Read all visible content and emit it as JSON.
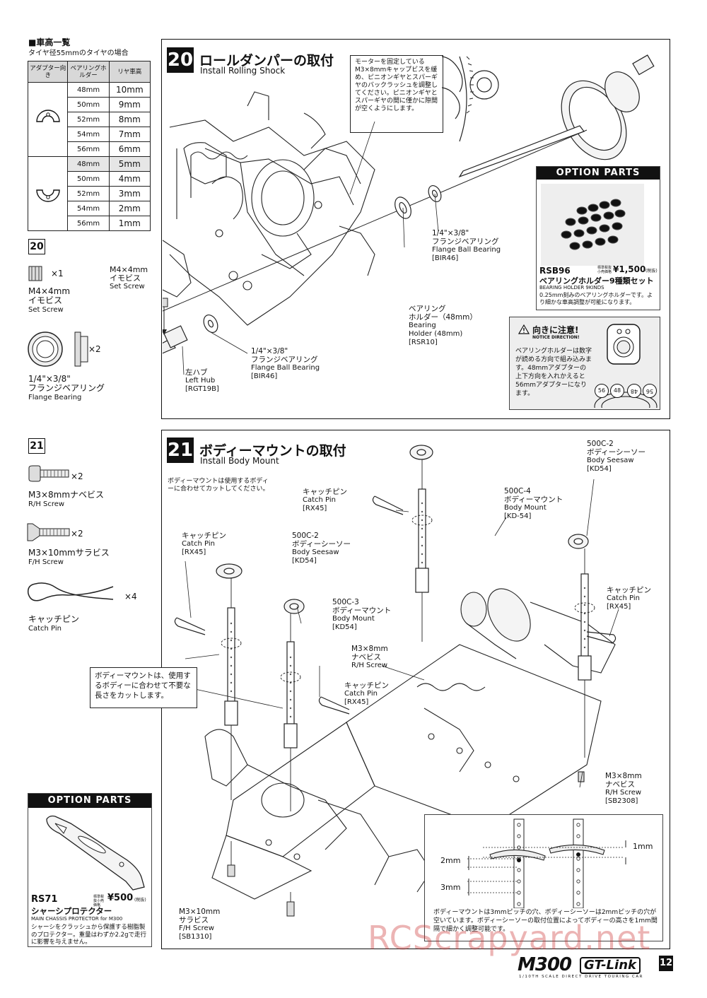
{
  "height_table": {
    "title": "■車高一覧",
    "subtitle": "タイヤ径55mmのタイヤの場合",
    "col_adapter": "アダプター向き",
    "col_holder": "ベアリングホルダー",
    "col_height": "リヤ車高",
    "rows_a": [
      {
        "holder": "48mm",
        "height": "10mm"
      },
      {
        "holder": "50mm",
        "height": "9mm"
      },
      {
        "holder": "52mm",
        "height": "8mm"
      },
      {
        "holder": "54mm",
        "height": "7mm"
      },
      {
        "holder": "56mm",
        "height": "6mm"
      }
    ],
    "rows_b": [
      {
        "holder": "48mm",
        "height": "5mm"
      },
      {
        "holder": "50mm",
        "height": "4mm"
      },
      {
        "holder": "52mm",
        "height": "3mm"
      },
      {
        "holder": "54mm",
        "height": "2mm"
      },
      {
        "holder": "56mm",
        "height": "1mm"
      }
    ]
  },
  "parts20": {
    "num": "20",
    "p1_qty": "×1",
    "p1_jp": "M4×4mm",
    "p1_jp2": "イモビス",
    "p1_en": "Set Screw",
    "p2_qty": "×2",
    "p2_jp": "1/4\"×3/8\"",
    "p2_jp2": "フランジベアリング",
    "p2_en": "Flange Bearing"
  },
  "parts21": {
    "num": "21",
    "p1_qty": "×2",
    "p1_jp": "M3×8mmナベビス",
    "p1_en": "R/H Screw",
    "p2_qty": "×2",
    "p2_jp": "M3×10mmサラビス",
    "p2_en": "F/H Screw",
    "p3_qty": "×4",
    "p3_jp": "キャッチピン",
    "p3_en": "Catch Pin"
  },
  "step20": {
    "num": "20",
    "title": "ロールダンパーの取付",
    "subtitle": "Install Rolling Shock",
    "note": "モーターを固定しているM3×8mmキャップビスを緩め、ピニオンギヤとスパーギヤのバックラッシュを調整してください。ピニオンギヤとスパーギヤの間に僅かに隙間が空くようにします。",
    "l_setscrew_1": "M4×4mm",
    "l_setscrew_2": "イモビス",
    "l_setscrew_3": "Set Screw",
    "l_bearing_a1": "1/4\"×3/8\"",
    "l_bearing_a2": "フランジベアリング",
    "l_bearing_a3": "Flange Ball Bearing",
    "l_bearing_a4": "[BIR46]",
    "l_bearing_b1": "1/4\"×3/8\"",
    "l_bearing_b2": "フランジベアリング",
    "l_bearing_b3": "Flange Ball Bearing",
    "l_bearing_b4": "[BIR46]",
    "l_hub1": "左ハブ",
    "l_hub2": "Left Hub",
    "l_hub3": "[RGT19B]",
    "l_holder1": "ベアリング",
    "l_holder2": "ホルダー（48mm）",
    "l_holder3": "Bearing",
    "l_holder4": "Holder (48mm)",
    "l_holder5": "[RSR10]",
    "caution_title": "向きに注意!",
    "caution_sub": "NOTICE DIRECTION!",
    "caution_text": "ベアリングホルダーは数字が読める方向で組み込みます。48mmアダプターの上下方向を入れかえると56mmアダプターになります。",
    "caution_marks": [
      "56",
      "48",
      "48",
      "56"
    ]
  },
  "option1": {
    "head": "OPTION PARTS",
    "code": "RSB96",
    "price_note": "標準税抜小売価格",
    "price": "¥1,500",
    "tax": "(税抜)",
    "name_jp": "ベアリングホルダー9種類セット",
    "name_en": "BEARING HOLDER 9KINDS",
    "desc": "0.25mm刻みのベアリングホルダーです。より細かな車高調整が可能になります。"
  },
  "step21": {
    "num": "21",
    "title": "ボディーマウントの取付",
    "subtitle": "Install Body Mount",
    "note": "ボディーマウントは使用するボディーに合わせてカットしてください。",
    "cut_note": "ボディーマウントは、使用するボディーに合わせて不要な長さをカットします。",
    "l_seesaw_r1": "500C-2",
    "l_seesaw_r2": "ボディーシーソー",
    "l_seesaw_r3": "Body Seesaw",
    "l_seesaw_r4": "[KD54]",
    "l_mount4_1": "500C-4",
    "l_mount4_2": "ボディーマウント",
    "l_mount4_3": "Body Mount",
    "l_mount4_4": "[KD-54]",
    "l_pin_t1": "キャッチピン",
    "l_pin_t2": "Catch Pin",
    "l_pin_t3": "[RX45]",
    "l_pin_l1": "キャッチピン",
    "l_pin_l2": "Catch Pin",
    "l_pin_l3": "[RX45]",
    "l_seesaw_l1": "500C-2",
    "l_seesaw_l2": "ボディーシーソー",
    "l_seesaw_l3": "Body Seesaw",
    "l_seesaw_l4": "[KD54]",
    "l_mount3_1": "500C-3",
    "l_mount3_2": "ボディーマウント",
    "l_mount3_3": "Body Mount",
    "l_mount3_4": "[KD54]",
    "l_pin_r1": "キャッチピン",
    "l_pin_r2": "Catch Pin",
    "l_pin_r3": "[RX45]",
    "l_rh_c1": "M3×8mm",
    "l_rh_c2": "ナベビス",
    "l_rh_c3": "R/H Screw",
    "l_pin_c1": "キャッチピン",
    "l_pin_c2": "Catch Pin",
    "l_pin_c3": "[RX45]",
    "l_rh_r1": "M3×8mm",
    "l_rh_r2": "ナベビス",
    "l_rh_r3": "R/H Screw",
    "l_rh_r4": "[SB2308]",
    "l_fh1": "M3×10mm",
    "l_fh2": "サラビス",
    "l_fh3": "F/H Screw",
    "l_fh4": "[SB1310]",
    "pitch_2mm": "2mm",
    "pitch_3mm": "3mm",
    "pitch_1mm": "1mm",
    "pitch_note": "ボディーマウントは3mmピッチの穴、ボディーシーソーは2mmピッチの穴が空いています。ボディーシーソーの取付位置によってボディーの高さを1mm間隔で細かく調整可能です。"
  },
  "option2": {
    "head": "OPTION PARTS",
    "code": "RS71",
    "price_note": "標準税抜小売価格",
    "price": "¥500",
    "tax": "(税抜)",
    "name_jp": "シャーシプロテクター",
    "name_en": "MAIN CHASSIS PROTECTOR for M300",
    "desc": "シャーシをクラッシュから保護する樹脂製のプロテクター。重量はわずか2.2gで走行に影響を与えません。"
  },
  "footer": {
    "logo": "M300",
    "logo2": "GT-Link",
    "tagline": "1/10TH SCALE DIRECT DRIVE TOURING CAR",
    "page": "12",
    "watermark": "RCScrapyard.net"
  }
}
